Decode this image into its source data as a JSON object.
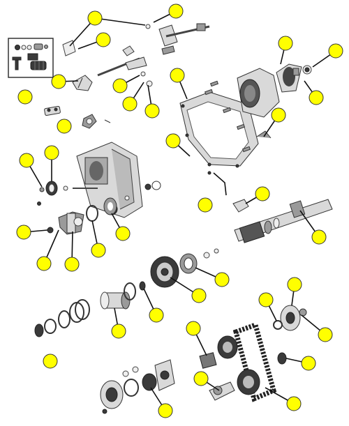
{
  "diagram": {
    "kind": "exploded parts diagram",
    "callout_color": "#ffff00",
    "callout_stroke": "#333333",
    "callout_count": 40,
    "callouts": [
      {
        "id": "c01",
        "marker": "yellow-circle"
      },
      {
        "id": "c02",
        "marker": "yellow-circle"
      },
      {
        "id": "c03",
        "marker": "yellow-circle"
      },
      {
        "id": "c04",
        "marker": "yellow-circle"
      },
      {
        "id": "c05",
        "marker": "yellow-circle"
      },
      {
        "id": "c06",
        "marker": "yellow-circle"
      },
      {
        "id": "c07",
        "marker": "yellow-circle"
      },
      {
        "id": "c08",
        "marker": "yellow-circle"
      },
      {
        "id": "c09",
        "marker": "yellow-circle"
      },
      {
        "id": "c10",
        "marker": "yellow-circle"
      },
      {
        "id": "c11",
        "marker": "yellow-circle"
      },
      {
        "id": "c12",
        "marker": "yellow-circle"
      },
      {
        "id": "c13",
        "marker": "yellow-circle"
      },
      {
        "id": "c14",
        "marker": "yellow-circle"
      },
      {
        "id": "c15",
        "marker": "yellow-circle"
      },
      {
        "id": "c16",
        "marker": "yellow-circle"
      },
      {
        "id": "c17",
        "marker": "yellow-circle"
      },
      {
        "id": "c18",
        "marker": "yellow-circle"
      },
      {
        "id": "c19",
        "marker": "yellow-circle"
      },
      {
        "id": "c20",
        "marker": "yellow-circle"
      },
      {
        "id": "c21",
        "marker": "yellow-circle"
      },
      {
        "id": "c22",
        "marker": "yellow-circle"
      },
      {
        "id": "c23",
        "marker": "yellow-circle"
      },
      {
        "id": "c24",
        "marker": "yellow-circle"
      },
      {
        "id": "c25",
        "marker": "yellow-circle"
      },
      {
        "id": "c26",
        "marker": "yellow-circle"
      },
      {
        "id": "c27",
        "marker": "yellow-circle"
      },
      {
        "id": "c28",
        "marker": "yellow-circle"
      },
      {
        "id": "c29",
        "marker": "yellow-circle"
      },
      {
        "id": "c30",
        "marker": "yellow-circle"
      },
      {
        "id": "c31",
        "marker": "yellow-circle"
      },
      {
        "id": "c32",
        "marker": "yellow-circle"
      },
      {
        "id": "c33",
        "marker": "yellow-circle"
      },
      {
        "id": "c34",
        "marker": "yellow-circle"
      },
      {
        "id": "c35",
        "marker": "yellow-circle"
      },
      {
        "id": "c36",
        "marker": "yellow-circle"
      },
      {
        "id": "c37",
        "marker": "yellow-circle"
      },
      {
        "id": "c38",
        "marker": "yellow-circle"
      },
      {
        "id": "c39",
        "marker": "yellow-circle"
      },
      {
        "id": "c40",
        "marker": "yellow-circle"
      }
    ]
  }
}
